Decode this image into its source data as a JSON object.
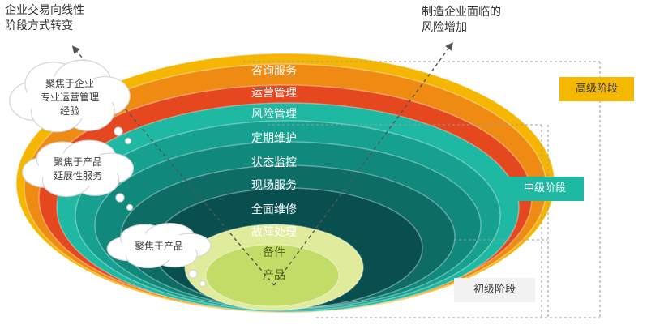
{
  "top_left_note": [
    "企业交易向线性",
    "阶段方式转变"
  ],
  "top_right_note": [
    "制造企业面临的",
    "风险增加"
  ],
  "layers": [
    {
      "label": "咨询服务",
      "color": "#f5b500",
      "text_color": "#ffffff"
    },
    {
      "label": "运营管理",
      "color": "#ef8a12",
      "text_color": "#ffffff"
    },
    {
      "label": "风险管理",
      "color": "#e5471e",
      "text_color": "#ffffff"
    },
    {
      "label": "定期维护",
      "color": "#1fb8a2",
      "text_color": "#ffffff"
    },
    {
      "label": "状态监控",
      "color": "#16a08f",
      "text_color": "#ffffff"
    },
    {
      "label": "现场服务",
      "color": "#11887c",
      "text_color": "#ffffff"
    },
    {
      "label": "全面维修",
      "color": "#0d6c66",
      "text_color": "#ffffff"
    },
    {
      "label": "故障处理",
      "color": "#0a4f50",
      "text_color": "#ffffff"
    },
    {
      "label": "备件",
      "color": "#e0ec9c",
      "text_color": "#5b6a1d"
    },
    {
      "label": "产品",
      "color": "#c3dc67",
      "text_color": "#5b6a1d"
    }
  ],
  "clouds": [
    {
      "lines": [
        "聚焦于企业",
        "专业运营管理",
        "经验"
      ]
    },
    {
      "lines": [
        "聚焦于产品",
        "延展性服务"
      ]
    },
    {
      "lines": [
        "聚焦于产品"
      ]
    }
  ],
  "stages": [
    {
      "label": "高级阶段",
      "color": "#f5b800",
      "text_color": "#333333"
    },
    {
      "label": "中级阶段",
      "color": "#1fb8a2",
      "text_color": "#ffffff"
    },
    {
      "label": "初级阶段",
      "color": "#f2f2f2",
      "text_color": "#444444"
    }
  ]
}
